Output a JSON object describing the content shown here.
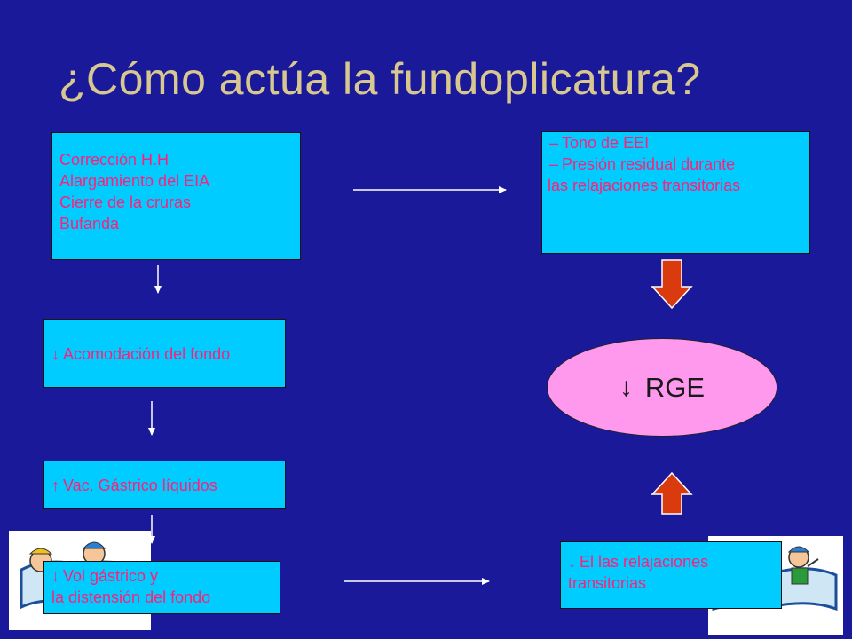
{
  "slide": {
    "title": "¿Cómo actúa la fundoplicatura?"
  },
  "boxes": {
    "correction": {
      "lines": [
        "Corrección H.H",
        "Alargamiento del EIA",
        "Cierre de la cruras",
        "Bufanda"
      ]
    },
    "accommodation": {
      "symbol": "↓",
      "text": "Acomodación del fondo"
    },
    "emptying": {
      "symbol": "↑",
      "text": "Vac. Gástrico líquidos"
    },
    "volume": {
      "line1_symbol": "↓",
      "line1": "Vol gástrico y",
      "line2": "la distensión del fondo"
    },
    "tone": {
      "line1_symbol": "–",
      "line1": "Tono de EEI",
      "line2_symbol": "–",
      "line2": "Presión residual durante",
      "line3": "las relajaciones transitorias"
    },
    "relaxations": {
      "line1_symbol": "↓",
      "line1": "El las relajaciones",
      "line2": "transitorias"
    }
  },
  "result": {
    "symbol": "↓",
    "label": "RGE"
  },
  "colors": {
    "background": "#19199a",
    "title": "#d8c890",
    "box_fill": "#00ccff",
    "box_text": "#ff1f7a",
    "result_fill": "#ff99ee",
    "block_arrow": "#d93a0e"
  }
}
